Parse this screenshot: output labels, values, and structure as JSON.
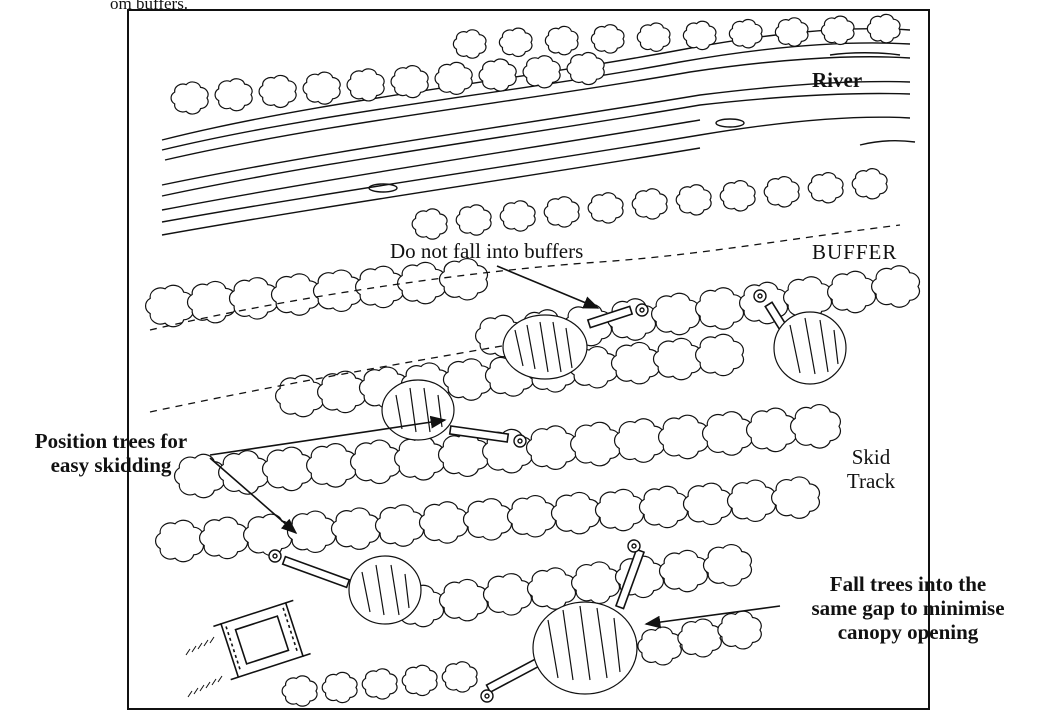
{
  "caption_fragment": "om buffers.",
  "labels": {
    "river": "River",
    "buffer": "BUFFER",
    "do_not_fall": "Do not fall into buffers",
    "position_line1": "Position trees for",
    "position_line2": "easy skidding",
    "skid_line1": "Skid",
    "skid_line2": "Track",
    "fall_line1": "Fall trees into the",
    "fall_line2": "same gap to minimise",
    "fall_line3": "canopy opening"
  },
  "colors": {
    "ink": "#111111",
    "background": "#ffffff"
  },
  "icons": [
    "tree-canopy-icon",
    "felled-log-icon",
    "stump-icon",
    "skidder-machine-icon",
    "arrow-icon"
  ]
}
